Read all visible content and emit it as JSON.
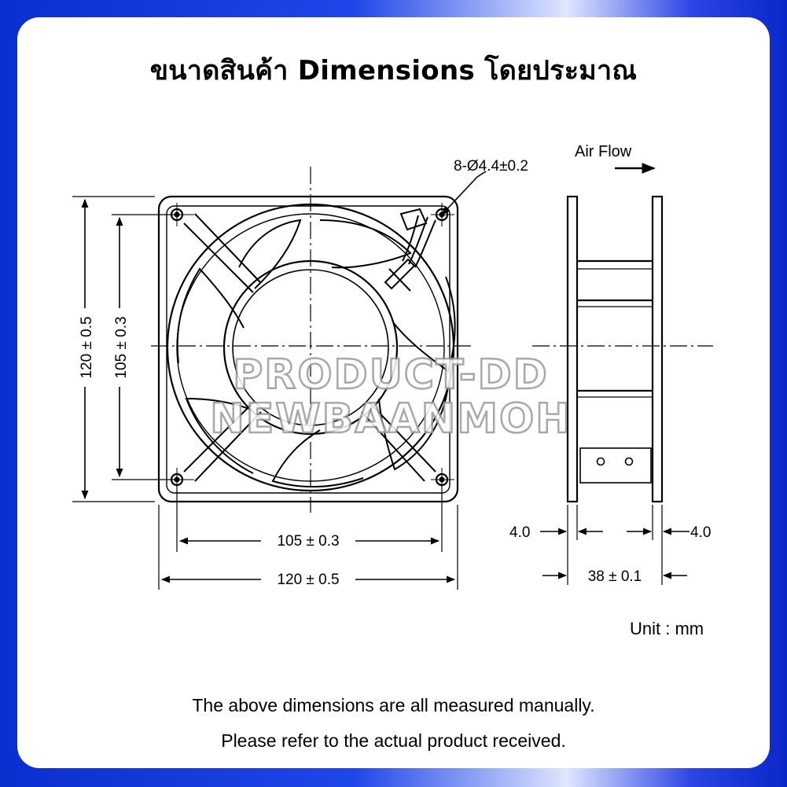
{
  "title": "ขนาดสินค้า Dimensions โดยประมาณ",
  "labels": {
    "holes": "8-Ø4.4±0.2",
    "air_flow": "Air Flow",
    "height_outer": "120 ± 0.5",
    "height_inner": "105 ± 0.3",
    "width_inner": "105 ± 0.3",
    "width_outer": "120 ± 0.5",
    "flange_left": "4.0",
    "flange_right": "4.0",
    "depth": "38 ± 0.1"
  },
  "watermark": {
    "line1": "PRODUCT-DD",
    "line2": "NEWBAANMOH"
  },
  "unit": "Unit : mm",
  "note_line1": "The above dimensions are all measured manually.",
  "note_line2": "Please refer to the actual product received."
}
